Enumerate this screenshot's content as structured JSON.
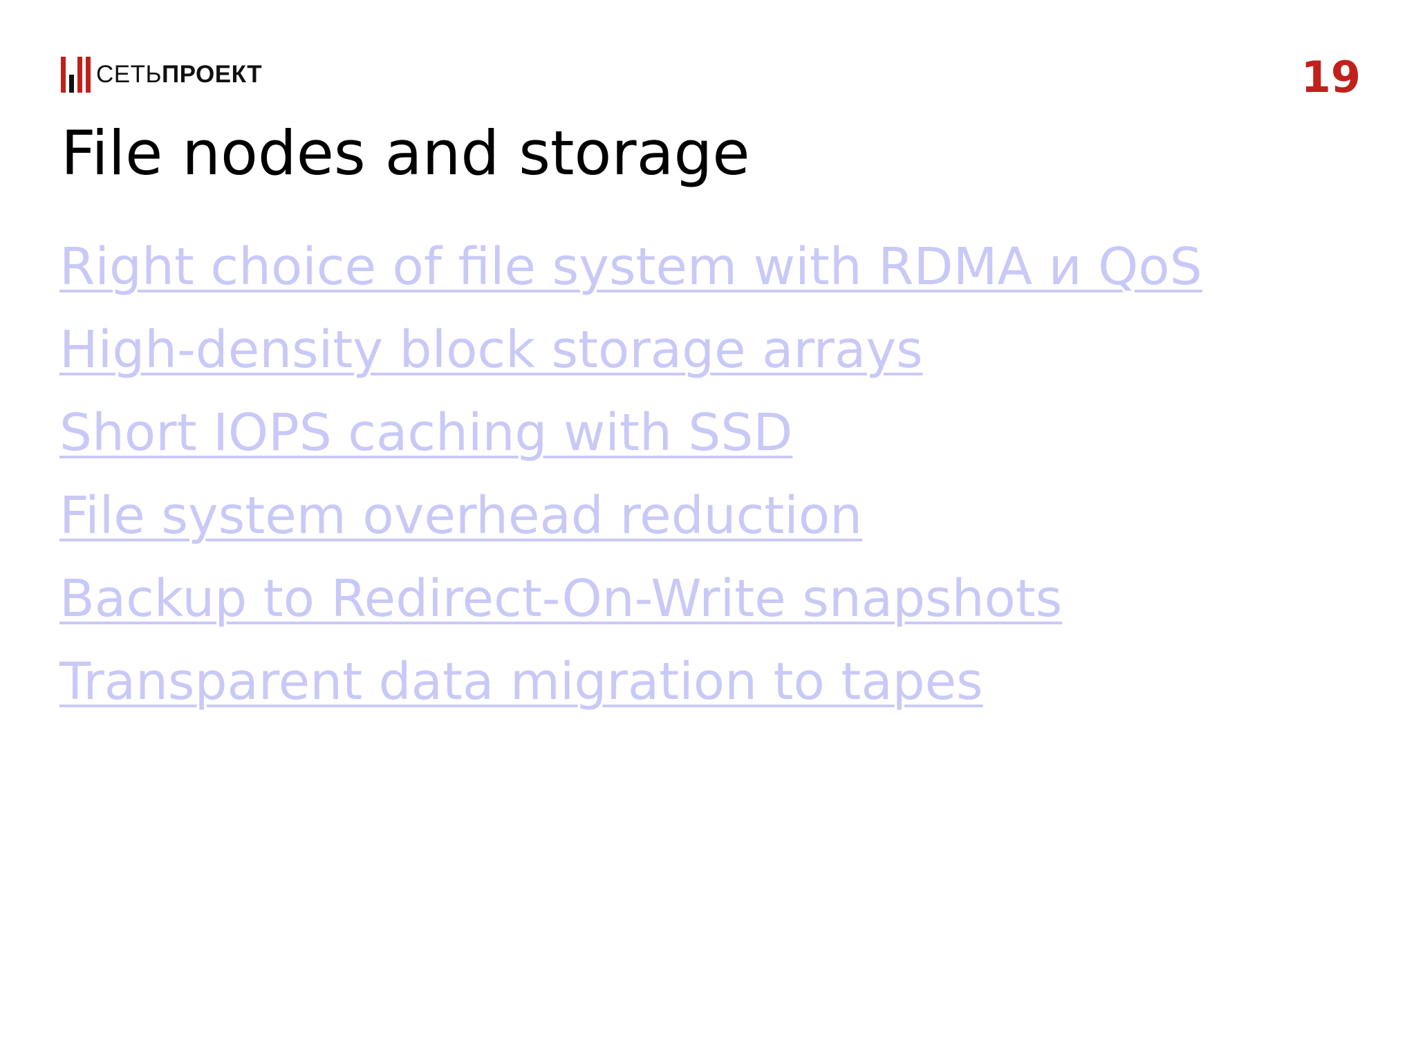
{
  "logo": {
    "text_light": "СЕТЬ",
    "text_bold": "ПРОЕКТ"
  },
  "page_number": "19",
  "title": "File nodes and storage",
  "items": [
    "Right choice of file system with RDMA и QoS",
    "High-density block storage arrays",
    "Short IOPS caching with SSD",
    "File system overhead reduction",
    "Backup to Redirect-On-Write snapshots",
    "Transparent data migration to tapes"
  ],
  "colors": {
    "accent": "#c0211b",
    "link": "#c9c9f8",
    "title": "#000000"
  }
}
